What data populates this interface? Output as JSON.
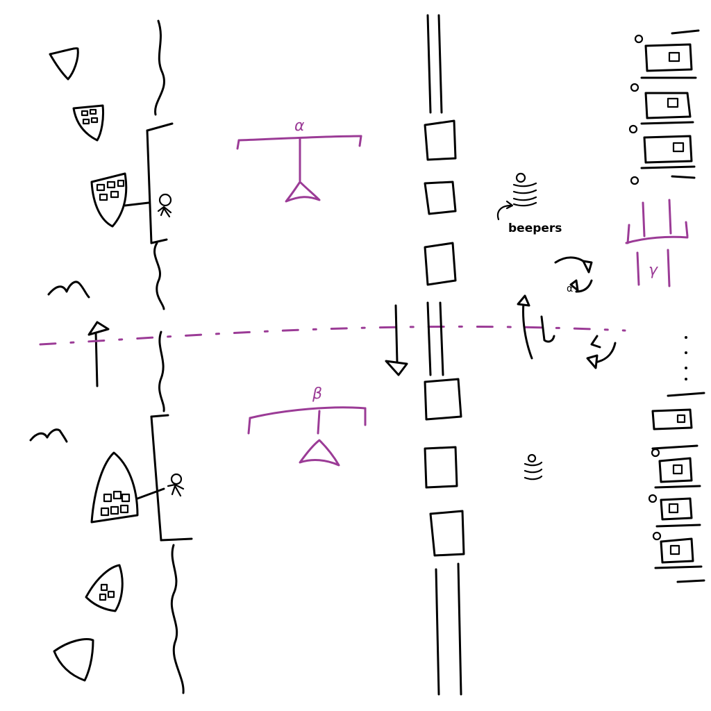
{
  "labels": {
    "alpha": "α",
    "beta": "β",
    "gamma": "γ",
    "alpha_small": "α",
    "beepers": "beepers"
  },
  "colors": {
    "ink": "#000000",
    "accent": "#9b3b96",
    "background": "#ffffff"
  },
  "icons": {
    "beeper_stack": "beeper-stack-icon",
    "person": "person-icon",
    "bird": "bird-icon",
    "balance": "balance-scale-icon"
  }
}
